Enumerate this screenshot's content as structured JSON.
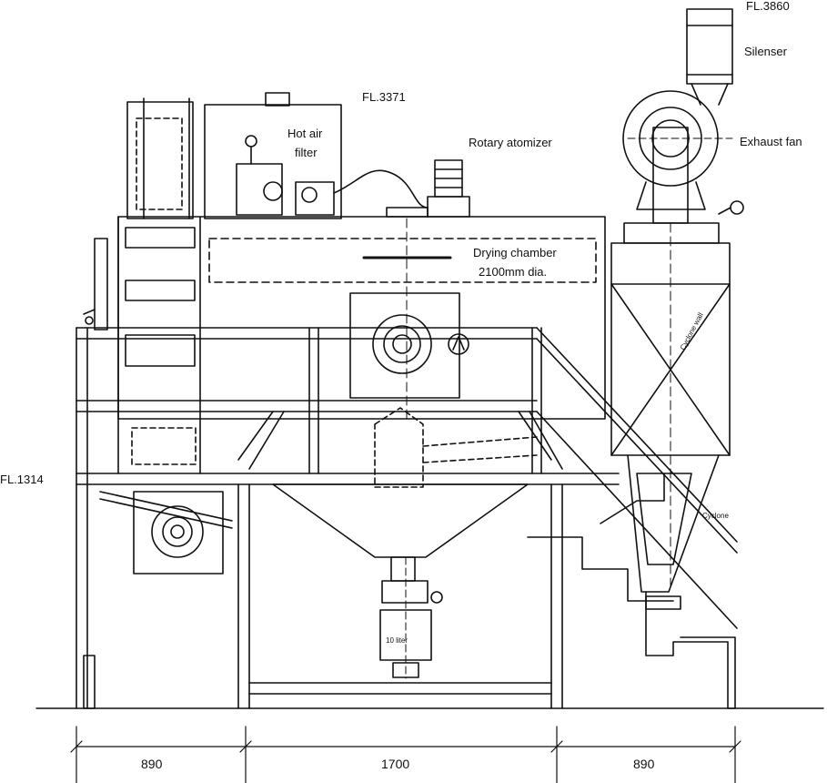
{
  "labels": {
    "fl3860": "FL.3860",
    "silenser": "Silenser",
    "fl3371": "FL.3371",
    "hot_air_filter_line1": "Hot air",
    "hot_air_filter_line2": "filter",
    "rotary_atomizer": "Rotary atomizer",
    "exhaust_fan": "Exhaust fan",
    "drying_chamber_line1": "Drying chamber",
    "drying_chamber_line2": "2100mm dia.",
    "fl1314": "FL.1314",
    "cyclone": "Cyclone",
    "cyclone_wall": "Cyclone wall",
    "container": "10 liter"
  },
  "dimensions": {
    "left_width": "890",
    "middle_width": "1700",
    "right_width": "890"
  }
}
